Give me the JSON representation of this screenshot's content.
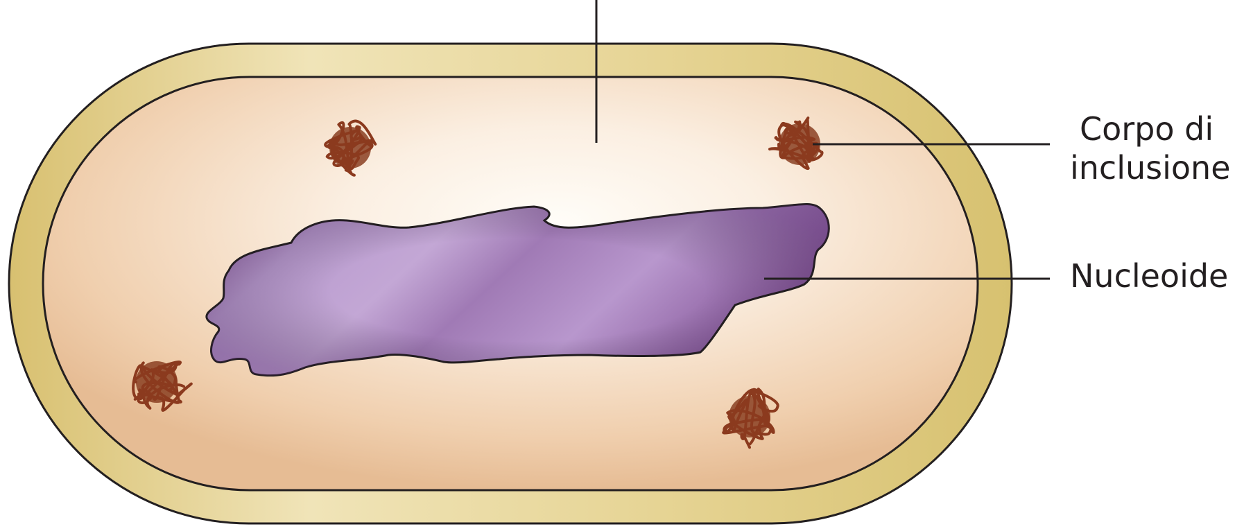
{
  "labels": {
    "inclusion_body_line1": "Corpo di",
    "inclusion_body_line2": "inclusione",
    "nucleoid": "Nucleoide"
  },
  "colors": {
    "cell_wall": "#d9c47a",
    "cell_wall_light": "#efe3b6",
    "cytoplasm_edge": "#e8c09a",
    "cytoplasm_center": "#fffaf4",
    "nucleoid_dark": "#7b4a8c",
    "nucleoid_light": "#c4a8d6",
    "inclusion_body": "#8b3a1e",
    "outline": "#231f20"
  }
}
